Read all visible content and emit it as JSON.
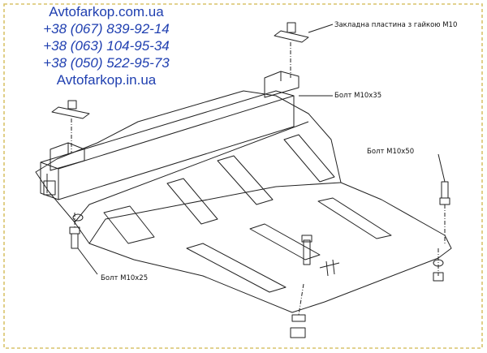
{
  "header": {
    "site_top": "Avtofarkop.com.ua",
    "phones": [
      "+38 (067) 839-92-14",
      "+38 (063) 104-95-34",
      "+38 (050) 522-95-73"
    ],
    "site_bottom": "Avtofarkop.in.ua"
  },
  "callouts": {
    "plate_nut": "Закладна пластина з гайкою М10",
    "bolt_m10x35": "Болт М10х35",
    "bolt_m10x50": "Болт М10х50",
    "bolt_m10x25": "Болт М10х25"
  },
  "colors": {
    "header_text": "#1f3fb0",
    "line": "#222222",
    "frame": "#d8c36a"
  }
}
